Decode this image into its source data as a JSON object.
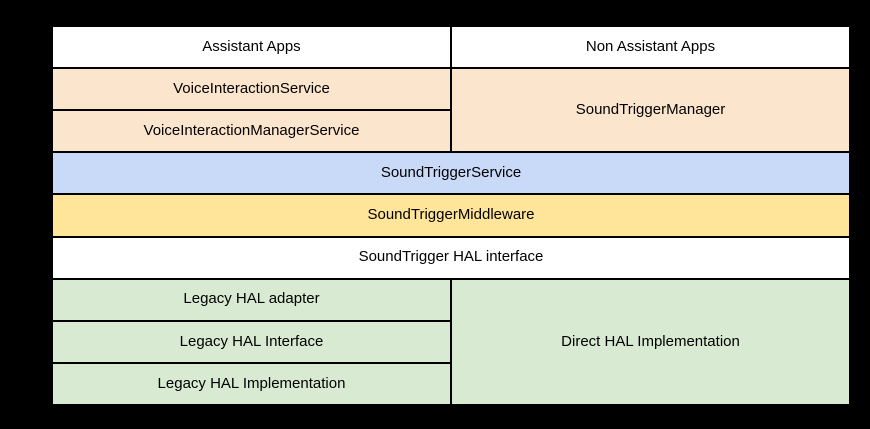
{
  "colors": {
    "background": "#000000",
    "border": "#000000",
    "text": "#000000",
    "white": "#ffffff",
    "peach": "#fce5cd",
    "blue": "#c9daf8",
    "yellow": "#ffe599",
    "green": "#d9ead3"
  },
  "cells": {
    "assistant_apps": "Assistant Apps",
    "non_assistant_apps": "Non Assistant Apps",
    "voice_interaction_service": "VoiceInteractionService",
    "voice_interaction_manager_service": "VoiceInteractionManagerService",
    "sound_trigger_manager": "SoundTriggerManager",
    "sound_trigger_service": "SoundTriggerService",
    "sound_trigger_middleware": "SoundTriggerMiddleware",
    "sound_trigger_hal_interface": "SoundTrigger HAL interface",
    "legacy_hal_adapter": "Legacy HAL adapter",
    "legacy_hal_interface": "Legacy HAL Interface",
    "legacy_hal_implementation": "Legacy HAL Implementation",
    "direct_hal_implementation": "Direct HAL Implementation"
  }
}
